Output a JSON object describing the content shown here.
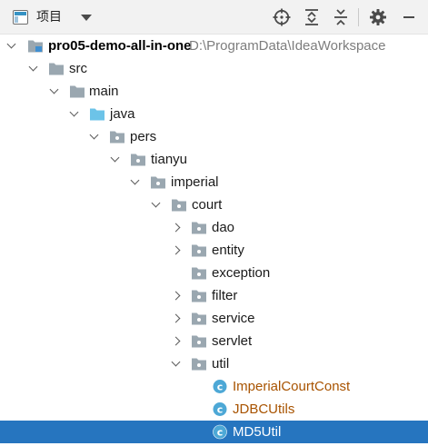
{
  "toolbar": {
    "title": "项目",
    "dropdown_icon": "chevron-down-icon",
    "buttons": [
      {
        "icon": "locate-icon"
      },
      {
        "icon": "expand-all-icon"
      },
      {
        "icon": "collapse-all-icon"
      },
      {
        "icon": "gear-icon"
      },
      {
        "icon": "hide-icon"
      }
    ]
  },
  "colors": {
    "selection": "#2675bf",
    "folder": "#9aa7b0",
    "source_folder": "#6cc3e8",
    "class_icon": "#4da8d6",
    "class_label_modified": "#a85300",
    "path_text": "#7d7d7d"
  },
  "tree": {
    "project_name": "pro05-demo-all-in-one",
    "project_path": "D:\\ProgramData\\IdeaWorkspace",
    "nodes": {
      "src": "src",
      "main": "main",
      "java": "java",
      "pers": "pers",
      "tianyu": "tianyu",
      "imperial": "imperial",
      "court": "court",
      "dao": "dao",
      "entity": "entity",
      "exception": "exception",
      "filter": "filter",
      "service": "service",
      "servlet": "servlet",
      "util": "util",
      "imperial_court_const": "ImperialCourtConst",
      "jdbc_utils": "JDBCUtils",
      "md5_util": "MD5Util"
    },
    "selected": "MD5Util"
  }
}
